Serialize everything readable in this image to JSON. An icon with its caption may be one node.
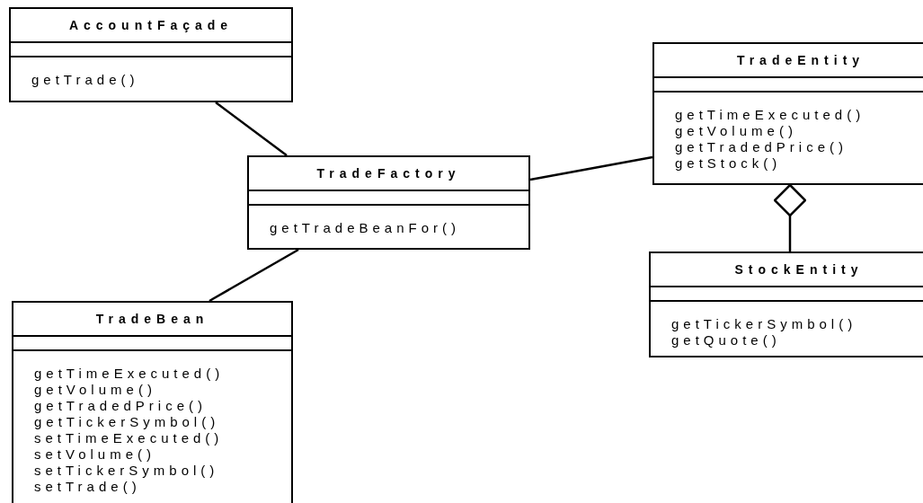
{
  "diagram": {
    "nodes": [
      {
        "text": [
          "AccountFaçade",
          "getTrade()"
        ]
      },
      {
        "text": [
          "TradeEntity",
          "getTimeExecuted()",
          "getVolume()",
          "getTradedPrice()",
          "getStock()"
        ]
      },
      {
        "text": [
          "TradeFactory",
          "getTradeBeanFor()"
        ]
      },
      {
        "text": [
          "StockEntity",
          "getTickerSymbol()",
          "getQuote()"
        ]
      },
      {
        "text": [
          "TradeBean",
          "getTimeExecuted()",
          "getVolume()",
          "getTradedPrice()",
          "getTickerSymbol()",
          "setTimeExecuted()",
          "setVolume()",
          "setTickerSymbol()",
          "setTrade()"
        ]
      }
    ],
    "edges": [
      {
        "from": 0,
        "to": 2,
        "arrow": "none"
      },
      {
        "from": 2,
        "to": 1,
        "arrow": "none"
      },
      {
        "from": 1,
        "to": 3,
        "arrow": "other"
      },
      {
        "from": 2,
        "to": 4,
        "arrow": "none"
      }
    ]
  }
}
